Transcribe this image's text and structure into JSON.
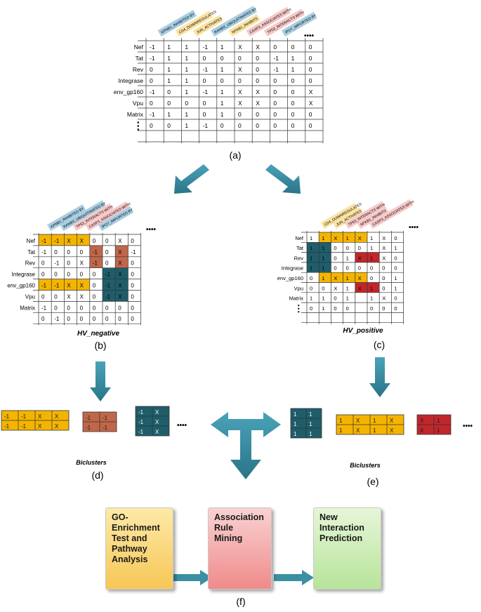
{
  "panel_a": {
    "label": "(a)",
    "headers": [
      "KPNB1_INHIBITED BY",
      "CD4_DOWNREGULATES",
      "JUN_ACTIVATES",
      "RANBS_UBIQUITINATED BY",
      "NFKB1_INHIBITS",
      "CASP3_ASSOCIATES WITH",
      "TP53_INTERACTS WITH",
      "IPO7_IMPORTED BY"
    ],
    "header_colors": [
      "#a9cfe3",
      "#fbe3a2",
      "#fbe3a2",
      "#a9cfe3",
      "#fbe3a2",
      "#f7c9c9",
      "#f7c9c9",
      "#a9cfe3"
    ],
    "more": "••••",
    "rows": [
      "Nef",
      "Tat",
      "Rev",
      "Integrase",
      "env_gp160",
      "Vpu",
      "Matrix",
      "⋮",
      ""
    ],
    "cells": [
      [
        "-1",
        "1",
        "1",
        "-1",
        "1",
        "X",
        "X",
        "0",
        "0",
        "0"
      ],
      [
        "-1",
        "1",
        "1",
        "0",
        "0",
        "0",
        "0",
        "-1",
        "1",
        "0"
      ],
      [
        "0",
        "1",
        "1",
        "-1",
        "1",
        "X",
        "0",
        "-1",
        "1",
        "0"
      ],
      [
        "0",
        "1",
        "1",
        "0",
        "0",
        "0",
        "0",
        "0",
        "0",
        "0"
      ],
      [
        "-1",
        "0",
        "1",
        "-1",
        "1",
        "X",
        "X",
        "0",
        "0",
        "X"
      ],
      [
        "0",
        "0",
        "0",
        "0",
        "1",
        "X",
        "X",
        "0",
        "0",
        "X"
      ],
      [
        "-1",
        "1",
        "1",
        "0",
        "1",
        "0",
        "0",
        "0",
        "0",
        "0"
      ],
      [
        "0",
        "0",
        "1",
        "-1",
        "0",
        "0",
        "0",
        "0",
        "0",
        "0"
      ],
      [
        "",
        "",
        "",
        "",
        "",
        "",
        "",
        "",
        "",
        ""
      ]
    ]
  },
  "panel_b": {
    "label": "(b)",
    "caption": "HV_negative",
    "headers": [
      "KPNB1_INHIBITED BY",
      "RANBS_UBIQUITINATED BY",
      "TP53_INTERACTS WITH",
      "CASP3_ASSOCIATES WITH",
      "IPO7_IMPORTED BY"
    ],
    "header_colors": [
      "#a9cfe3",
      "#a9cfe3",
      "#f7c9c9",
      "#f7c9c9",
      "#a9cfe3"
    ],
    "more": "••••",
    "rows": [
      "Nef",
      "Tat",
      "Rev",
      "Integrase",
      "env_gp160",
      "Vpu",
      "Matrix",
      ""
    ],
    "cells": [
      [
        "-1",
        "-1",
        "X",
        "X",
        "0",
        "0",
        "X",
        "0"
      ],
      [
        "-1",
        "0",
        "0",
        "0",
        "-1",
        "0",
        "X",
        "-1"
      ],
      [
        "0",
        "-1",
        "0",
        "X",
        "-1",
        "0",
        "X",
        "0"
      ],
      [
        "0",
        "0",
        "0",
        "0",
        "0",
        "-1",
        "X",
        "0"
      ],
      [
        "-1",
        "-1",
        "X",
        "X",
        "0",
        "-1",
        "X",
        "0"
      ],
      [
        "0",
        "0",
        "X",
        "X",
        "0",
        "-1",
        "X",
        "0"
      ],
      [
        "-1",
        "0",
        "0",
        "0",
        "0",
        "0",
        "0",
        "0"
      ],
      [
        "0",
        "-1",
        "0",
        "0",
        "0",
        "0",
        "0",
        "0"
      ]
    ]
  },
  "panel_c": {
    "label": "(c)",
    "caption": "HV_positive",
    "headers": [
      "CD4_DOWNREGULATES",
      "JUN_ACTIVATES",
      "TP53_INTERACTS WITH",
      "NFKB1_INHIBITS",
      "CASP3_ASSOCIATES WITH"
    ],
    "header_colors": [
      "#fbe3a2",
      "#fbe3a2",
      "#f7c9c9",
      "#f7c9c9",
      "#f7c9c9"
    ],
    "more": "••••",
    "rows": [
      "Nef",
      "Tat",
      "Rev",
      "Integrase",
      "env_gp160",
      "Vpu",
      "Matrix",
      "⋮",
      ""
    ],
    "cells": [
      [
        "1",
        "1",
        "X",
        "1",
        "X",
        "1",
        "X",
        "0"
      ],
      [
        "1",
        "1",
        "0",
        "0",
        "0",
        "1",
        "X",
        "1"
      ],
      [
        "1",
        "1",
        "0",
        "1",
        "X",
        "1",
        "X",
        "0"
      ],
      [
        "1",
        "1",
        "0",
        "0",
        "0",
        "0",
        "0",
        "0"
      ],
      [
        "0",
        "1",
        "X",
        "1",
        "X",
        "0",
        "0",
        "1"
      ],
      [
        "0",
        "0",
        "X",
        "1",
        "X",
        "1",
        "0",
        "1"
      ],
      [
        "1",
        "1",
        "0",
        "1",
        "",
        "1",
        "X",
        "0"
      ],
      [
        "0",
        "1",
        "0",
        "0",
        "",
        "0",
        "0",
        "0"
      ],
      [
        "",
        "",
        "",
        "",
        "",
        "",
        "",
        ""
      ]
    ]
  },
  "panel_d": {
    "label": "(d)",
    "caption": "Biclusters",
    "more": "••••",
    "blocks": [
      {
        "color": "#f4b400",
        "cells": [
          [
            "-1",
            "-1",
            "X",
            "X"
          ],
          [
            "-1",
            "-1",
            "X",
            "X"
          ]
        ]
      },
      {
        "color": "#c0674a",
        "cells": [
          [
            "-1",
            "-1"
          ],
          [
            "-1",
            "-1"
          ]
        ]
      },
      {
        "color": "#1f5d6a",
        "cells": [
          [
            "-1",
            "X"
          ],
          [
            "-1",
            "X"
          ],
          [
            "-1",
            "X"
          ]
        ]
      }
    ]
  },
  "panel_e": {
    "label": "(e)",
    "caption": "Biclusters",
    "more": "••••",
    "blocks": [
      {
        "color": "#1f5d6a",
        "cells": [
          [
            "1",
            "1"
          ],
          [
            "1",
            "1"
          ],
          [
            "1",
            "1"
          ]
        ]
      },
      {
        "color": "#f4b400",
        "cells": [
          [
            "1",
            "X",
            "1",
            "X"
          ],
          [
            "1",
            "X",
            "1",
            "X"
          ]
        ]
      },
      {
        "color": "#c0262a",
        "cells": [
          [
            "X",
            "1"
          ],
          [
            "X",
            "1"
          ]
        ]
      }
    ]
  },
  "panel_f": {
    "label": "(f)",
    "go_box": "GO-\nEnrichment\nTest and\nPathway\nAnalysis",
    "arm_box": "Association\nRule\nMining",
    "new_box": "New\nInteraction\nPrediction"
  },
  "colors": {
    "arrow": "#3b8fa3",
    "yellow": "#f4b400",
    "teal": "#1f5d6a",
    "brown": "#c0674a",
    "red": "#c0262a"
  }
}
